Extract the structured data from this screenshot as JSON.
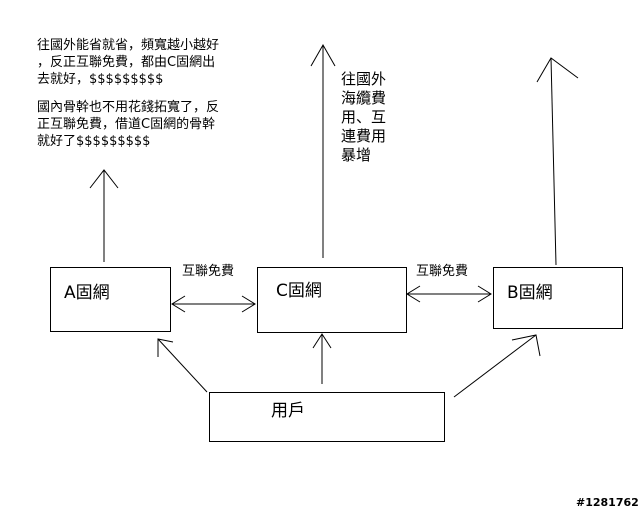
{
  "diagram": {
    "nodes": {
      "net_a": "A固網",
      "net_c": "C固網",
      "net_b": "B固網",
      "users": "用戶"
    },
    "edges": {
      "a_c_label": "互聯免費",
      "c_b_label": "互聯免費"
    },
    "notes": {
      "top_left": [
        "往國外能省就省，頻寬越小越好",
        "，反正互聯免費，都由C固網出",
        "去就好，$$$$$$$$$"
      ],
      "middle_left": [
        "國內骨幹也不用花錢拓寬了，反",
        "正互聯免費，借道C固網的骨幹",
        "就好了$$$$$$$$$"
      ],
      "right_of_c": [
        "往國外",
        "海纜費",
        "用、互",
        "連費用",
        "暴增"
      ]
    }
  },
  "watermark": "#1281762"
}
